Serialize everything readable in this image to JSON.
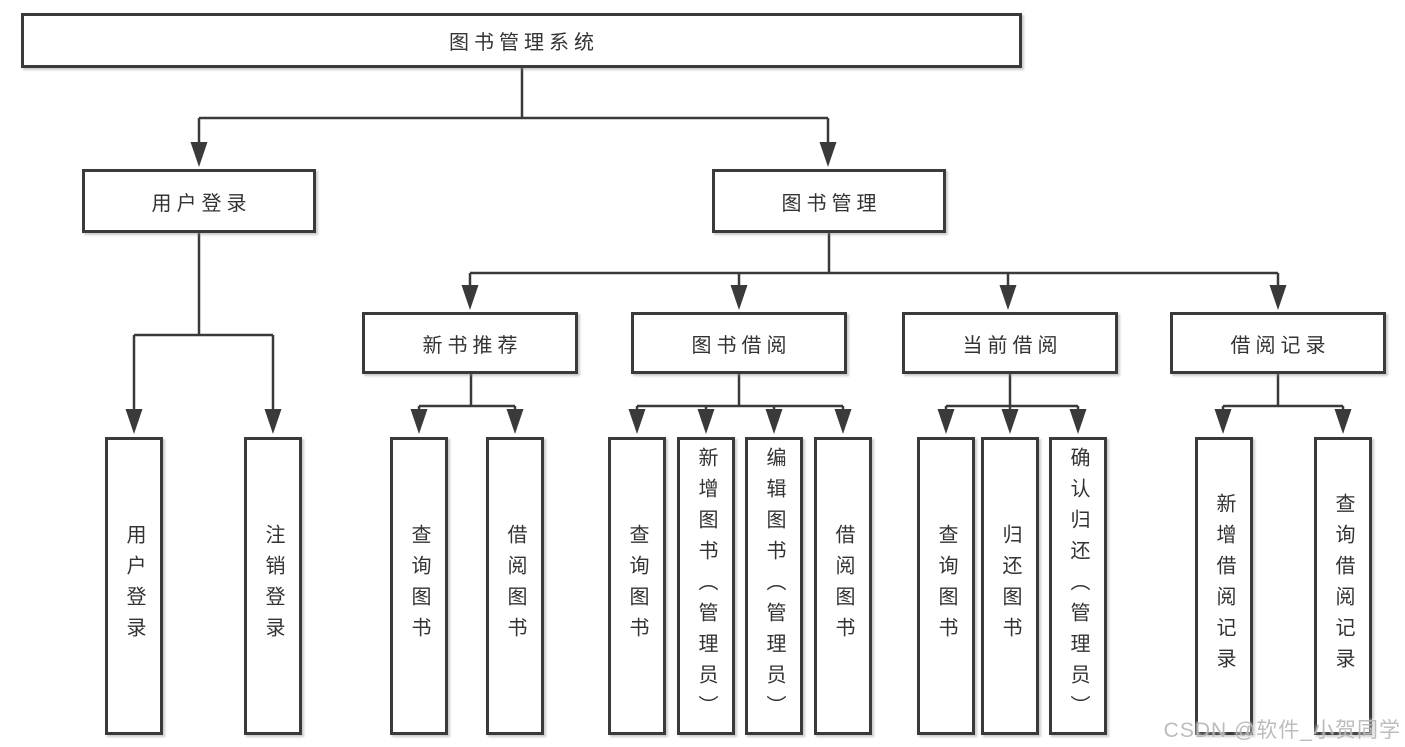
{
  "diagram": {
    "title": "图书管理系统",
    "colors": {
      "line": "#3a3a3a",
      "box_border": "#3a3a3a",
      "text": "#333333",
      "background": "#ffffff",
      "watermark": "#b9b9b9"
    },
    "nodes": {
      "root": "图书管理系统",
      "user_login": "用户登录",
      "user_login_children": [
        "用户登录",
        "注销登录"
      ],
      "book_management": "图书管理",
      "sections": [
        {
          "label": "新书推荐",
          "children": [
            "查询图书",
            "借阅图书"
          ]
        },
        {
          "label": "图书借阅",
          "children": [
            "查询图书",
            "新增图书（管理员）",
            "编辑图书（管理员）",
            "借阅图书"
          ]
        },
        {
          "label": "当前借阅",
          "children": [
            "查询图书",
            "归还图书",
            "确认归还（管理员）"
          ]
        },
        {
          "label": "借阅记录",
          "children": [
            "新增借阅记录",
            "查询借阅记录"
          ]
        }
      ]
    },
    "watermark": {
      "text": "CSDN @软件_小贺同学"
    }
  }
}
